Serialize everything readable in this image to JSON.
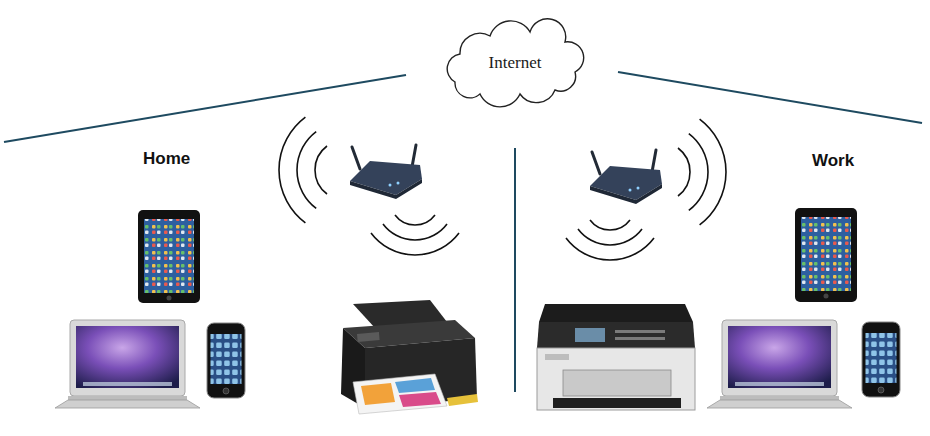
{
  "diagram": {
    "nodes": [
      {
        "text": [
          "Internet"
        ]
      }
    ],
    "labels": [
      "Home",
      "Work"
    ]
  }
}
